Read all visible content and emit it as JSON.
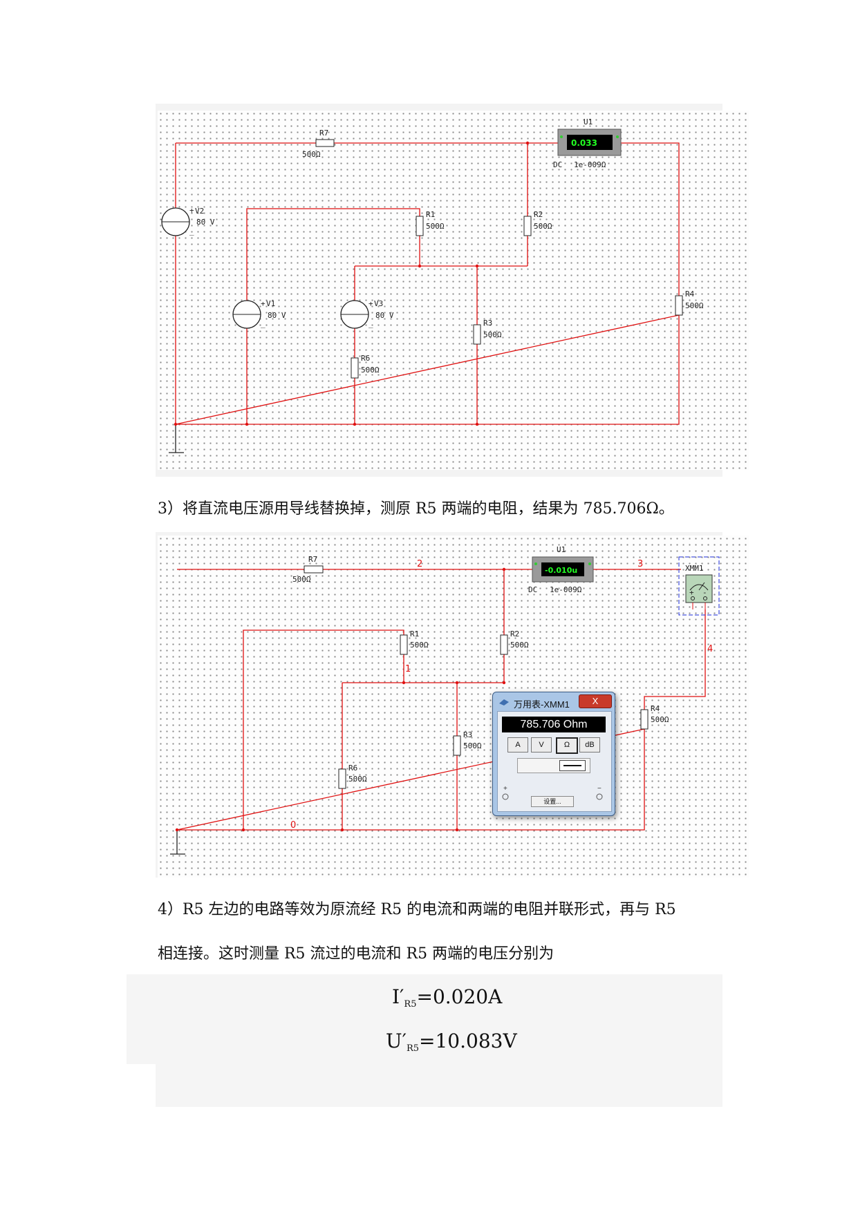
{
  "circuit1": {
    "resistors": [
      {
        "name": "R7",
        "value": "500Ω"
      },
      {
        "name": "R1",
        "value": "500Ω"
      },
      {
        "name": "R2",
        "value": "500Ω"
      },
      {
        "name": "R3",
        "value": "500Ω"
      },
      {
        "name": "R4",
        "value": "500Ω"
      },
      {
        "name": "R6",
        "value": "500Ω"
      }
    ],
    "sources": [
      {
        "name": "V2",
        "value": "80 V"
      },
      {
        "name": "V1",
        "value": "80 V"
      },
      {
        "name": "V3",
        "value": "80 V"
      }
    ],
    "ammeter": {
      "name": "U1",
      "reading": "0.033",
      "mode": "DC",
      "resistance": "1e-009Ω"
    }
  },
  "paragraph3": {
    "text": "3）将直流电压源用导线替换掉，测原 R5 两端的电阻，结果为 ",
    "value": "785.706Ω",
    "end": "。"
  },
  "circuit2": {
    "resistors": [
      {
        "name": "R7",
        "value": "500Ω"
      },
      {
        "name": "R1",
        "value": "500Ω"
      },
      {
        "name": "R2",
        "value": "500Ω"
      },
      {
        "name": "R3",
        "value": "500Ω"
      },
      {
        "name": "R4",
        "value": "500Ω"
      },
      {
        "name": "R6",
        "value": "500Ω"
      }
    ],
    "ammeter": {
      "name": "U1",
      "reading": "-0.010u",
      "mode": "DC",
      "resistance": "1e-009Ω"
    },
    "multimeter": {
      "name": "XMM1"
    },
    "wire_labels": {
      "w0": "0",
      "w1": "1",
      "w2": "2",
      "w3": "3",
      "w4": "4"
    },
    "dialog": {
      "title": "万用表-XMM1",
      "close": "X",
      "display": "785.706 Ohm",
      "buttons": [
        "A",
        "V",
        "Ω",
        "dB"
      ],
      "active_button": "Ω",
      "plus": "+",
      "minus": "−",
      "settings": "设置..."
    }
  },
  "paragraph4": {
    "line1": "4）R5 左边的电路等效为原流经 R5 的电流和两端的电阻并联形式，再与 R5",
    "line2": "相连接。这时测量 R5 流过的电流和 R5 两端的电压分别为"
  },
  "formulas": {
    "current": {
      "symbol": "I′",
      "sub": "R5",
      "rest": "=0.020A"
    },
    "voltage": {
      "symbol": "U′",
      "sub": "R5",
      "rest": "=10.083V"
    }
  }
}
